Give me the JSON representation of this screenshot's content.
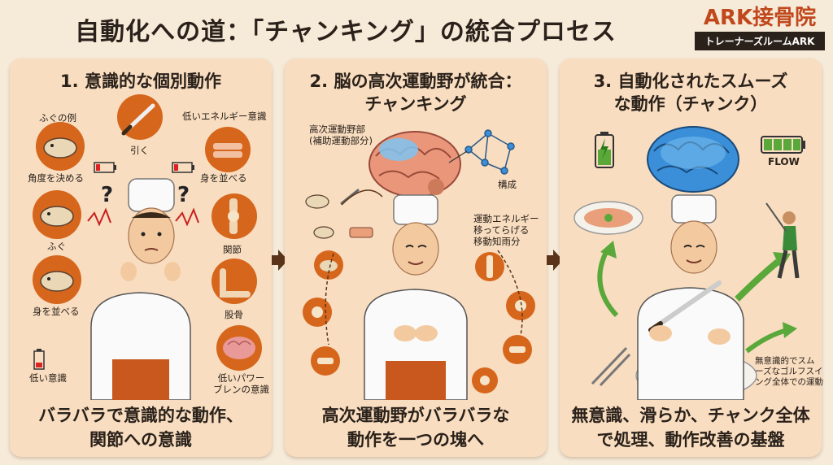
{
  "title": "自動化への道：「チャンキング」の統合プロセス",
  "logo": {
    "main": "ARK接骨院",
    "sub": "トレーナーズルームARK"
  },
  "colors": {
    "background": "#f6ead8",
    "panel": "#f8ddc0",
    "accent_orange": "#d6661c",
    "brain_blue": "#3a8fd8",
    "arrow_brown": "#5a3418",
    "arrow_green": "#5aa83a"
  },
  "panels": [
    {
      "title": "1. 意識的な個別動作",
      "caption": [
        "バラバラで意識的な動作、",
        "関節への意識"
      ],
      "labels": {
        "fugu_example": "ふぐの例",
        "pull": "引く",
        "low_energy": "低いエネルギー意識",
        "decide_angle": "角度を決める",
        "arrange_1": "身を並べる",
        "fugu": "ふぐ",
        "joint": "関節",
        "arrange_2": "身を並べる",
        "hip_bone": "股骨",
        "low_awareness": "低い意識",
        "low_power": [
          "低いパワー",
          "ブレンの意識"
        ]
      }
    },
    {
      "title": [
        "2. 脳の高次運動野が統合：",
        "チャンキング"
      ],
      "caption": [
        "高次運動野がバラバラな",
        "動作を一つの塊へ"
      ],
      "labels": {
        "higher_motor": [
          "高次運動野部",
          "(補助運動部分)"
        ],
        "composition": "構成",
        "motor_energy": [
          "運動エネルギー",
          "移ってらげる",
          "移動知雨分"
        ]
      }
    },
    {
      "title": [
        "3. 自動化されたスムーズ",
        "な動作（チャンク）"
      ],
      "caption": [
        "無意識、滑らか、チャンク全体",
        "で処理、動作改善の基盤"
      ],
      "labels": {
        "flow": "FLOW",
        "golf_note": [
          "無意識的でスム",
          "ーズなゴルフスイ",
          "ング全体での運動"
        ]
      }
    }
  ]
}
